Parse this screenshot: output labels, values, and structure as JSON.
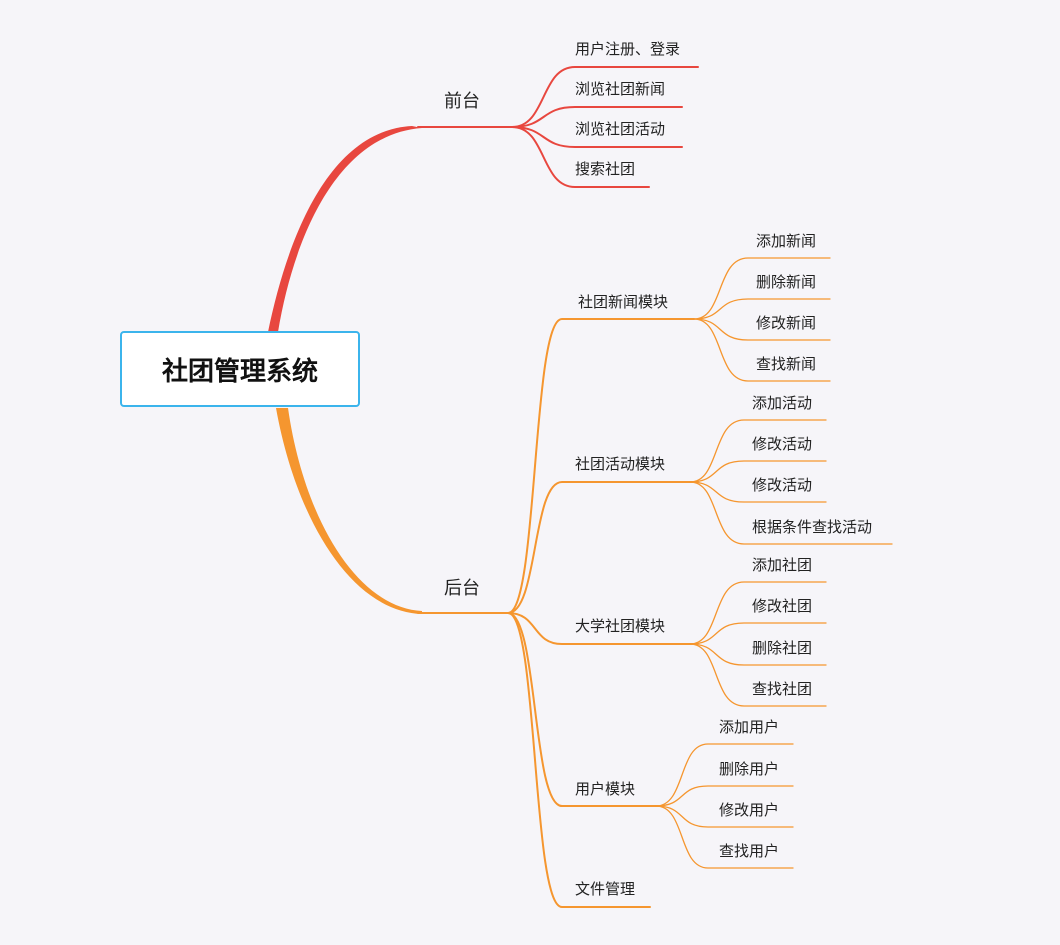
{
  "root": {
    "label": "社团管理系统"
  },
  "colors": {
    "front": "#e8473f",
    "back": "#f5962f",
    "root_border": "#3bb4ec",
    "background": "#f6f5f9"
  },
  "front": {
    "label": "前台",
    "items": [
      "用户注册、登录",
      "浏览社团新闻",
      "浏览社团活动",
      "搜索社团"
    ]
  },
  "back": {
    "label": "后台",
    "modules": [
      {
        "label": "社团新闻模块",
        "items": [
          "添加新闻",
          "删除新闻",
          "修改新闻",
          "查找新闻"
        ]
      },
      {
        "label": "社团活动模块",
        "items": [
          "添加活动",
          "修改活动",
          "修改活动",
          "根据条件查找活动"
        ]
      },
      {
        "label": "大学社团模块",
        "items": [
          "添加社团",
          "修改社团",
          "删除社团",
          "查找社团"
        ]
      },
      {
        "label": "用户模块",
        "items": [
          "添加用户",
          "删除用户",
          "修改用户",
          "查找用户"
        ]
      },
      {
        "label": "文件管理",
        "items": []
      }
    ]
  }
}
